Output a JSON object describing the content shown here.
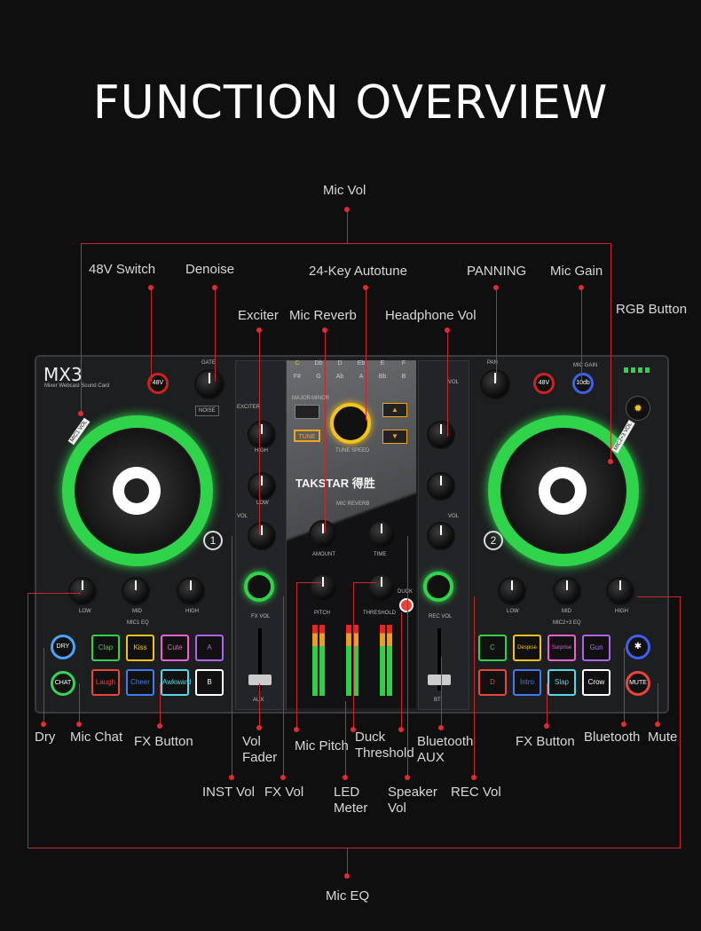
{
  "title": "FUNCTION OVERVIEW",
  "device": {
    "brand": "MX3",
    "subtitle": "Mixer Webcast Sound Card",
    "maker": "TAKSTAR 得胜",
    "left_buttons": {
      "phantom": "48V",
      "gate": "GATE",
      "noise": "NOISE",
      "mic_vol": "MIC1 VOL",
      "channel": "1"
    },
    "left_eq": {
      "low": "LOW",
      "mid": "MID",
      "high": "HIGH",
      "label": "MIC1 EQ"
    },
    "left_pads": [
      "Clap",
      "Kiss",
      "Cute",
      "A",
      "Laugh",
      "Cheer",
      "Awkward",
      "B"
    ],
    "left_round": [
      "DRY",
      "CHAT"
    ],
    "center": {
      "keys_row1": [
        "C",
        "Db",
        "D",
        "Eb",
        "E",
        "F"
      ],
      "keys_row2": [
        "F#",
        "G",
        "Ab",
        "A",
        "Bb",
        "B"
      ],
      "major": "MAJOR",
      "minor": "MINOR",
      "tune": "TUNE",
      "tune_speed": "TUNE SPEED",
      "exciter": "EXCITER",
      "high": "HIGH",
      "low": "LOW",
      "vol": "VOL",
      "mic_reverb": "MIC REVERB",
      "amount": "AMOUNT",
      "time": "TIME",
      "pitch": "PITCH",
      "threshold": "THRESHOLD",
      "duck": "DUCK",
      "fx_vol": "FX VOL",
      "rec_vol": "REC VOL",
      "aux": "AUX",
      "bt": "BT"
    },
    "right_buttons": {
      "pan": "PAN",
      "phantom": "48V",
      "mic_gain": "MIC GAIN",
      "gain_val": "10db",
      "mic_vol": "MIC2+3 VOL",
      "channel": "2"
    },
    "right_eq": {
      "low": "LOW",
      "mid": "MID",
      "high": "HIGH",
      "label": "MIC2+3 EQ"
    },
    "right_pads": [
      "C",
      "Despise",
      "Surprise",
      "Gun",
      "D",
      "Intro",
      "Slap",
      "Crow"
    ],
    "right_round": [
      "",
      "MUTE"
    ]
  },
  "callouts": {
    "mic_vol": "Mic Vol",
    "v48_switch": "48V Switch",
    "denoise": "Denoise",
    "autotune": "24-Key Autotune",
    "panning": "PANNING",
    "mic_gain": "Mic Gain",
    "rgb_button": "RGB Button",
    "exciter": "Exciter",
    "mic_reverb": "Mic Reverb",
    "headphone_vol": "Headphone Vol",
    "dry": "Dry",
    "mic_chat": "Mic Chat",
    "fx_button_l": "FX Button",
    "vol_fader": "Vol Fader",
    "mic_pitch": "Mic Pitch",
    "duck_threshold": "Duck Threshold",
    "bluetooth_aux": "Bluetooth AUX",
    "fx_button_r": "FX Button",
    "bluetooth": "Bluetooth",
    "mute": "Mute",
    "inst_vol": "INST Vol",
    "fx_vol": "FX Vol",
    "led_meter": "LED Meter",
    "speaker_vol": "Speaker Vol",
    "rec_vol": "REC Vol",
    "mic_eq": "Mic EQ"
  },
  "colors": {
    "accent_line": "#c8272d",
    "jog_green": "#2fd44a",
    "pad_yellow": "#f3c31b",
    "pad_red": "#e8453c"
  }
}
